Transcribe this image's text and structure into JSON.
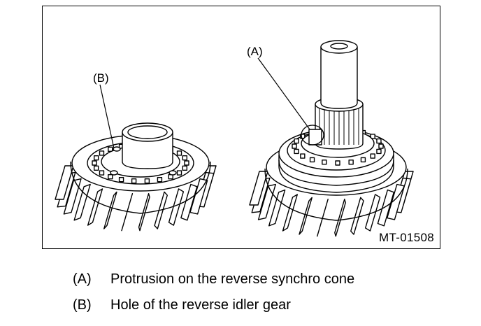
{
  "figure": {
    "code": "MT-01508",
    "callouts": {
      "a": "(A)",
      "b": "(B)"
    }
  },
  "legend": [
    {
      "label": "(A)",
      "text": "Protrusion on the reverse synchro cone"
    },
    {
      "label": "(B)",
      "text": "Hole of the reverse idler gear"
    }
  ]
}
